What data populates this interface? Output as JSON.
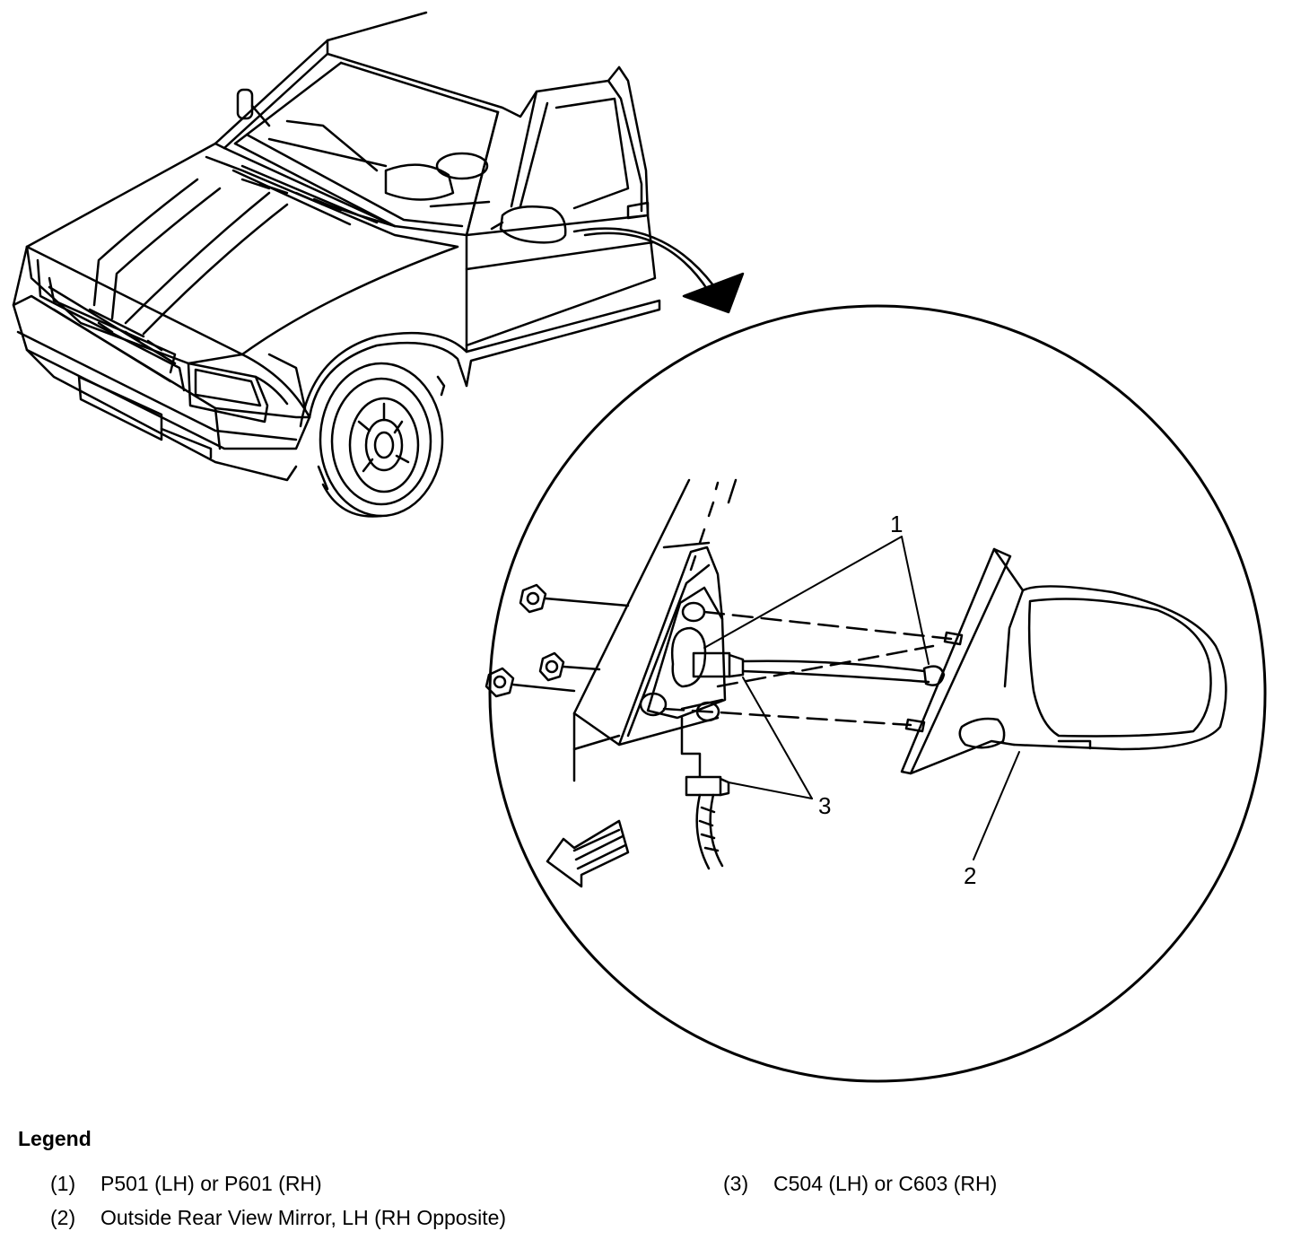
{
  "callouts": {
    "c1": "1",
    "c2": "2",
    "c3": "3"
  },
  "legend": {
    "title": "Legend",
    "items": [
      {
        "num": "(1)",
        "text": "P501 (LH) or P601 (RH)"
      },
      {
        "num": "(2)",
        "text": "Outside Rear View Mirror, LH (RH Opposite)"
      },
      {
        "num": "(3)",
        "text": "C504 (LH) or C603 (RH)"
      }
    ]
  },
  "colors": {
    "line": "#000000",
    "background": "#ffffff"
  }
}
